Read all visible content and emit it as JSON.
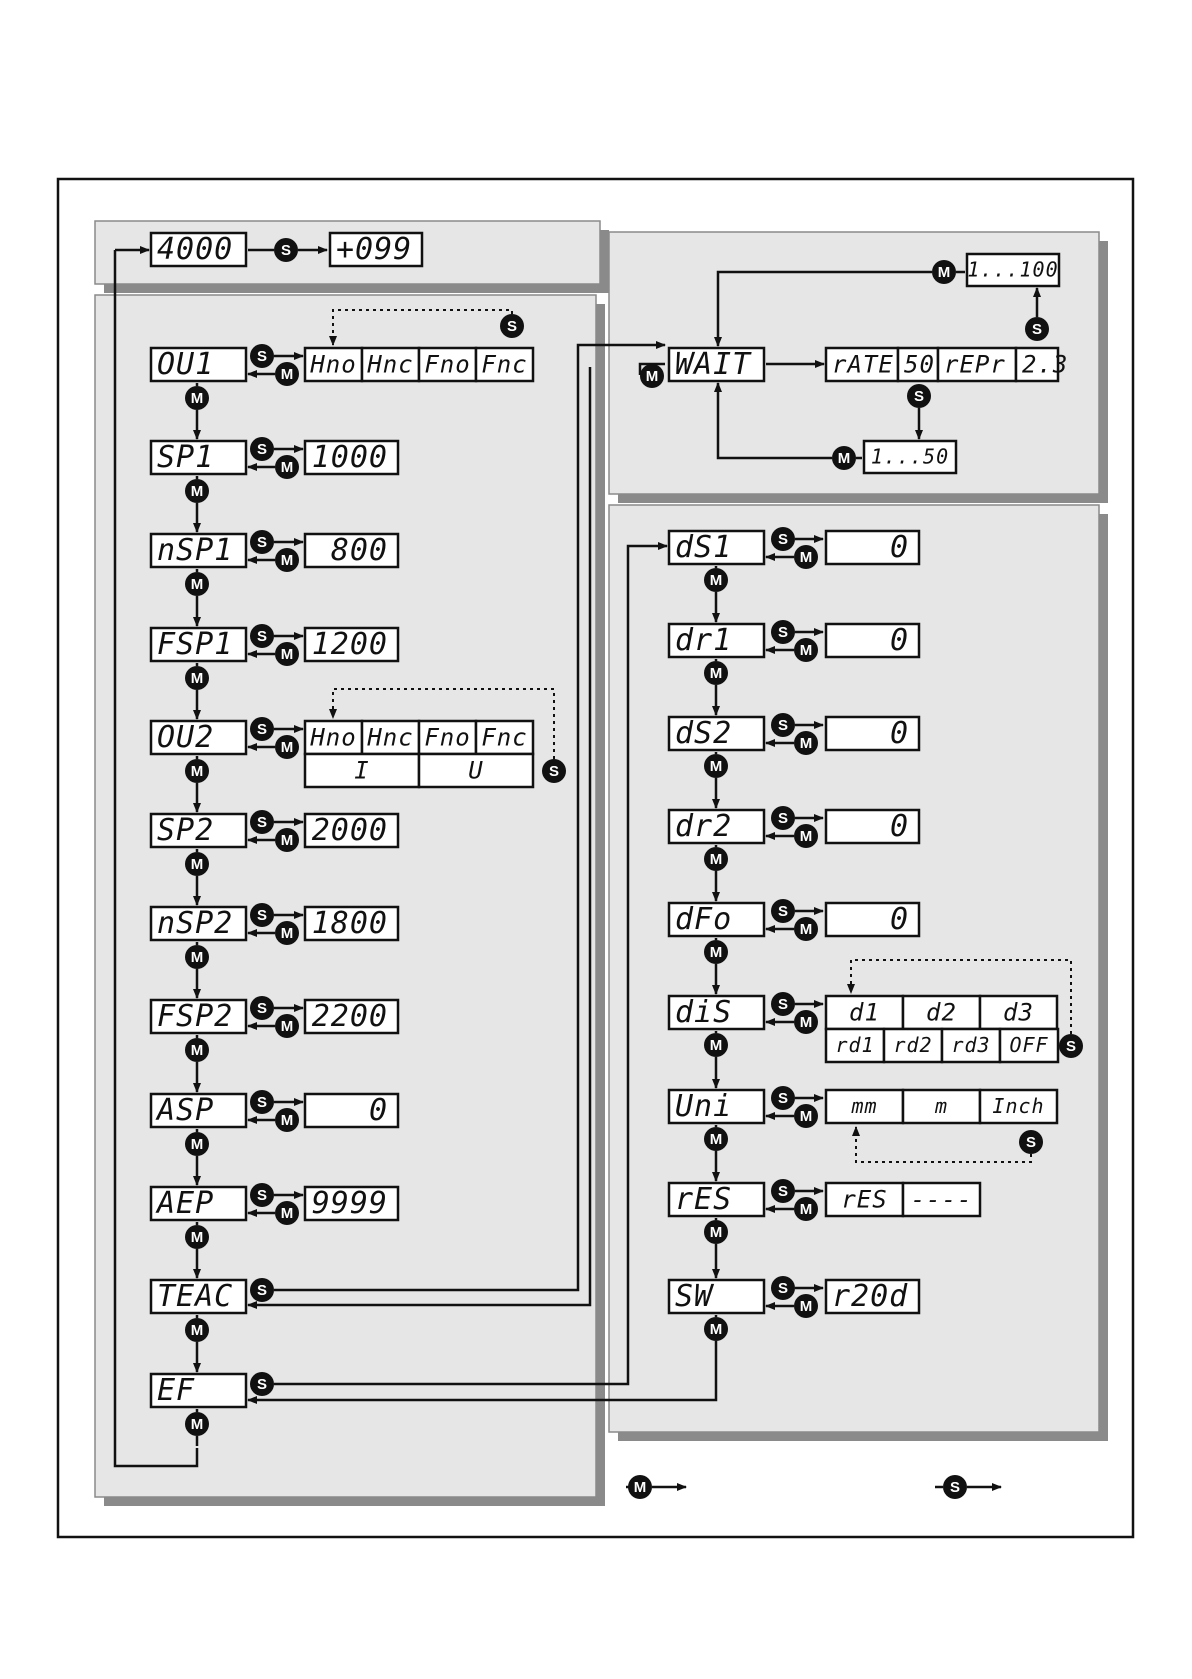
{
  "buttons": {
    "m": "M",
    "s": "S"
  },
  "top": {
    "display": "4000",
    "value": "+099"
  },
  "menu": [
    {
      "id": "ou1",
      "label": "OU1",
      "values": [
        "Hno",
        "Hnc",
        "Fno",
        "Fnc"
      ]
    },
    {
      "id": "sp1",
      "label": "SP1",
      "values": [
        "1000"
      ]
    },
    {
      "id": "nsp1",
      "label": "nSP1",
      "values": [
        "800"
      ]
    },
    {
      "id": "fsp1",
      "label": "FSP1",
      "values": [
        "1200"
      ]
    },
    {
      "id": "ou2",
      "label": "OU2",
      "values": [
        "Hno",
        "Hnc",
        "Fno",
        "Fnc"
      ],
      "values2": [
        "I",
        "U"
      ]
    },
    {
      "id": "sp2",
      "label": "SP2",
      "values": [
        "2000"
      ]
    },
    {
      "id": "nsp2",
      "label": "nSP2",
      "values": [
        "1800"
      ]
    },
    {
      "id": "fsp2",
      "label": "FSP2",
      "values": [
        "2200"
      ]
    },
    {
      "id": "asp",
      "label": "ASP",
      "values": [
        "0"
      ]
    },
    {
      "id": "aep",
      "label": "AEP",
      "values": [
        "9999"
      ]
    },
    {
      "id": "teac",
      "label": "TEAC"
    },
    {
      "id": "ef",
      "label": "EF"
    }
  ],
  "wait": {
    "label": "WAIT",
    "rate_label": "rATE",
    "rate_value": "50",
    "repr_label": "rEPr",
    "repr_value": "2.3",
    "range_top": "1...100",
    "range_bottom": "1...50"
  },
  "ef_menu": [
    {
      "id": "ds1",
      "label": "dS1",
      "values": [
        "0"
      ]
    },
    {
      "id": "dr1",
      "label": "dr1",
      "values": [
        "0"
      ]
    },
    {
      "id": "ds2",
      "label": "dS2",
      "values": [
        "0"
      ]
    },
    {
      "id": "dr2",
      "label": "dr2",
      "values": [
        "0"
      ]
    },
    {
      "id": "dfo",
      "label": "dFo",
      "values": [
        "0"
      ]
    },
    {
      "id": "dis",
      "label": "diS",
      "values": [
        "d1",
        "d2",
        "d3"
      ],
      "values2": [
        "rd1",
        "rd2",
        "rd3",
        "OFF"
      ]
    },
    {
      "id": "uni",
      "label": "Uni",
      "values": [
        "mm",
        "m",
        "Inch"
      ]
    },
    {
      "id": "res",
      "label": "rES",
      "values": [
        "rES",
        "----"
      ]
    },
    {
      "id": "sw",
      "label": "SW",
      "values": [
        "r20d"
      ]
    }
  ]
}
